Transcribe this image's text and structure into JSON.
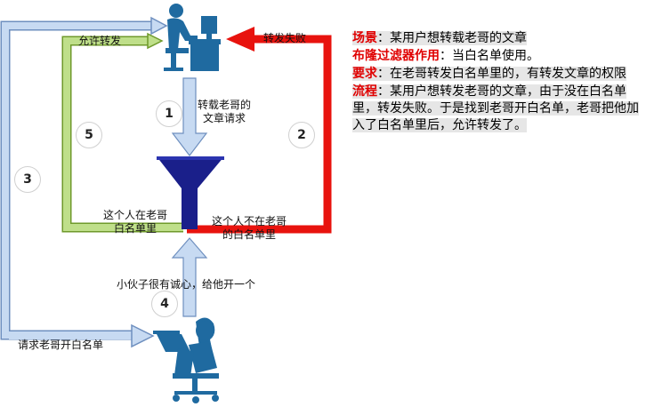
{
  "labels": {
    "allow_forward": "允许转发",
    "forward_failed": "转发失败",
    "request_article": [
      "转载老哥的",
      "文章请求"
    ],
    "in_whitelist": [
      "这个人在老哥",
      "白名单里"
    ],
    "not_in_whitelist": [
      "这个人不在老哥",
      "的白名单里"
    ],
    "sincere": "小伙子很有诚心，给他开一个",
    "request_whitelist": "请求老哥开白名单"
  },
  "steps": [
    "1",
    "2",
    "3",
    "4",
    "5"
  ],
  "description": [
    {
      "key": "场景",
      "sep": "：",
      "text": "某用户想转载老哥的文章"
    },
    {
      "key": "布隆过滤器作用",
      "sep": "：",
      "text": "当白名单使用。"
    },
    {
      "key": "要求",
      "sep": "：",
      "text": "在老哥转发白名单里的，有转发文章的权限"
    },
    {
      "key": "流程",
      "sep": "：",
      "text": "某用户想转发老哥的文章，由于没在白名单里，转发失败。于是找到老哥开白名单，老哥把他加入了白名单里后，允许转发了。"
    }
  ],
  "colors": {
    "red": "#e8130e",
    "green": "#bfdf8a",
    "green_border": "#6f9a2b",
    "blue": "#c7daf2",
    "blue_border": "#6e8fbf",
    "figure": "#1f6aa0",
    "funnel": "#1a1f8a",
    "key_text": "#e00000"
  },
  "icons": {
    "top": "person-at-desk-icon",
    "bottom": "person-with-laptop-icon",
    "center": "funnel-icon"
  }
}
